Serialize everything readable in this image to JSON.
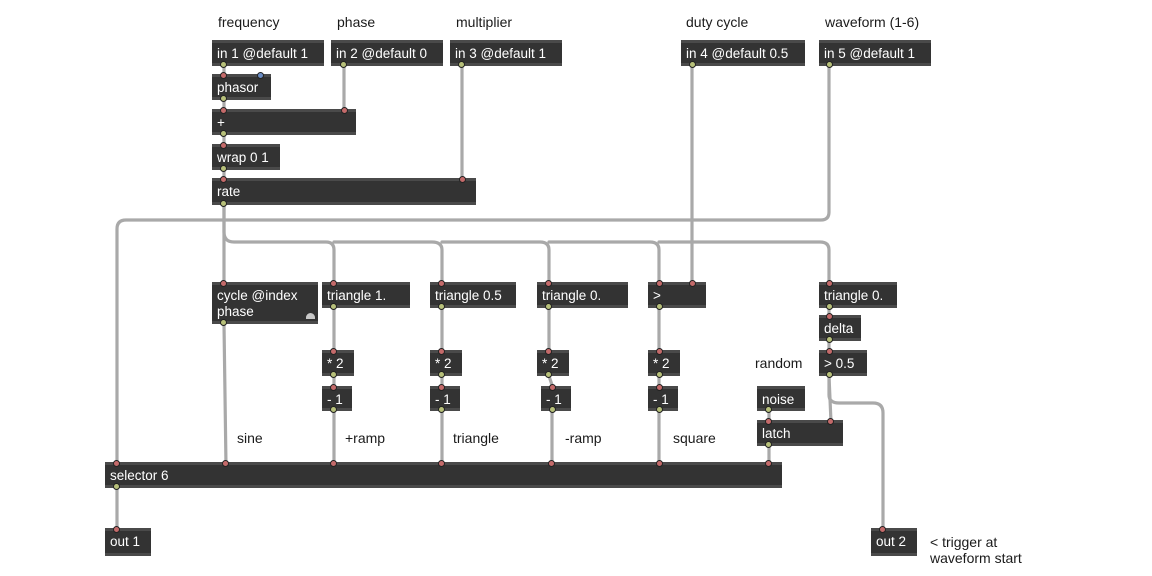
{
  "labels": {
    "frequency": "frequency",
    "phase": "phase",
    "multiplier": "multiplier",
    "duty_cycle": "duty cycle",
    "waveform": "waveform (1-6)",
    "sine": "sine",
    "pos_ramp": "+ramp",
    "triangle": "triangle",
    "neg_ramp": "-ramp",
    "square": "square",
    "random": "random",
    "trigger_note": "< trigger at waveform start"
  },
  "objects": {
    "in1": "in 1 @default 1",
    "in2": "in 2 @default 0",
    "in3": "in 3 @default 1",
    "in4": "in 4 @default 0.5",
    "in5": "in 5 @default 1",
    "phasor": "phasor",
    "plus": "+",
    "wrap": "wrap 0 1",
    "rate": "rate",
    "cycle": "cycle @index phase",
    "tri1": "triangle 1.",
    "tri05": "triangle 0.5",
    "tri0": "triangle 0.",
    "gt": ">",
    "tri0b": "triangle 0.",
    "delta": "delta",
    "gt05": "> 0.5",
    "mul1": "* 2",
    "mul2": "* 2",
    "mul3": "* 2",
    "mul4": "* 2",
    "sub1": "- 1",
    "sub2": "- 1",
    "sub3": "- 1",
    "sub4": "- 1",
    "noise": "noise",
    "latch": "latch",
    "selector": "selector 6",
    "out1": "out 1",
    "out2": "out 2"
  }
}
